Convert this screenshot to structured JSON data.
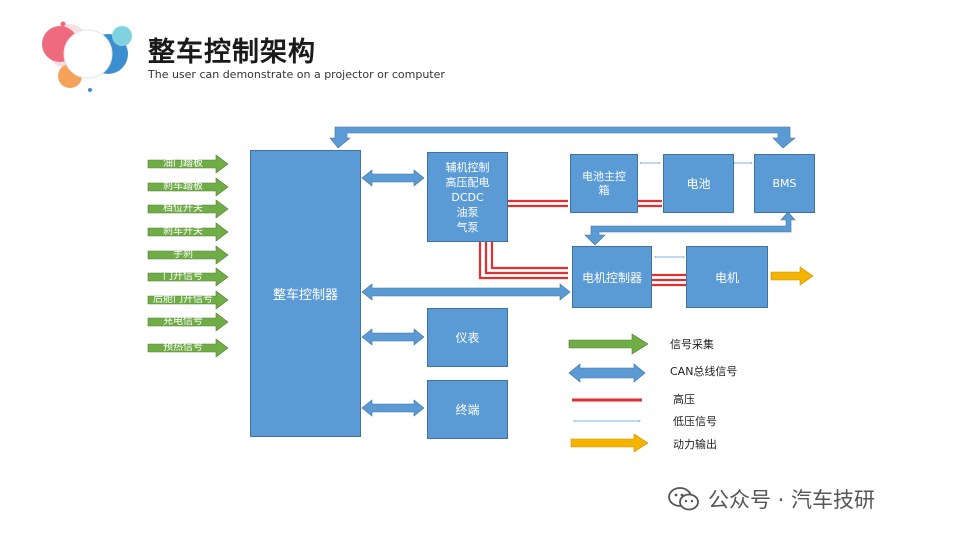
{
  "header": {
    "title": "整车控制架构",
    "subtitle": "The user can demonstrate on a projector or computer"
  },
  "signals": [
    "油门踏板",
    "刹车踏板",
    "档位开关",
    "刹车开关",
    "手刹",
    "门开信号",
    "后舱门开信号",
    "充电信号",
    "预热信号"
  ],
  "boxes": {
    "vcu": "整车控制器",
    "aux": [
      "辅机控制",
      "高压配电",
      "DCDC",
      "油泵",
      "气泵"
    ],
    "battery_main": [
      "电池主控",
      "箱"
    ],
    "battery": "电池",
    "bms": "BMS",
    "motor_ctrl": "电机控制器",
    "motor": "电机",
    "meter": "仪表",
    "terminal": "终端"
  },
  "legend": {
    "signal": "信号采集",
    "can": "CAN总线信号",
    "hv": "高压",
    "lv": "低压信号",
    "power": "动力输出"
  },
  "watermark": "公众号 · 汽车技研",
  "colors": {
    "box": "#5b9bd5",
    "signal_arrow": "#70ad47",
    "can_arrow": "#5b9bd5",
    "hv_line": "#e03030",
    "power_arrow": "#f4b400"
  }
}
